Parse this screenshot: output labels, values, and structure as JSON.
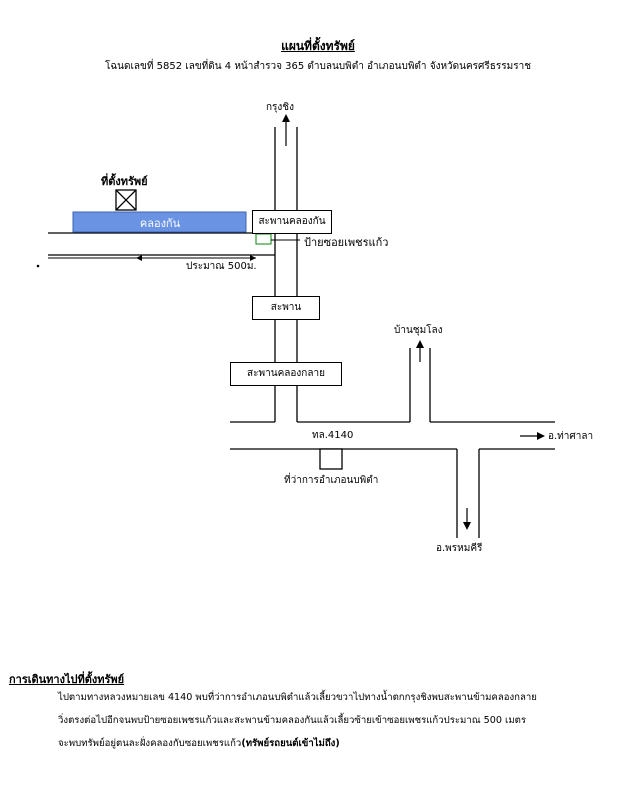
{
  "header": {
    "title": "แผนที่ตั้งทรัพย์",
    "subtitle": "โฉนดเลขที่ 5852 เลขที่ดิน 4 หน้าสำรวจ 365 ตำบลนบพิตำ อำเภอนบพิตำ จังหวัดนครศรีธรรมราช"
  },
  "map": {
    "property_label": "ที่ตั้งทรัพย์",
    "canal_label": "คลองกัน",
    "bridge_klong_kan": "สะพานคลองกัน",
    "soi_sign": "ป้ายซอยเพชรแก้ว",
    "distance": "ประมาณ 500ม.",
    "krung_ching": "กรุงชิง",
    "bridge": "สะพาน",
    "ban_chum_long": "บ้านชุมโลง",
    "bridge_klong_klai": "สะพานคลองกลาย",
    "road_number": "ทล.4140",
    "tha_sala": "อ.ท่าศาลา",
    "district_office": "ที่ว่าการอำเภอนบพิตำ",
    "phrom_khiri": "อ.พรหมคีรี",
    "colors": {
      "canal": "#6b93e3",
      "sign": "#2e9a2e"
    }
  },
  "directions": {
    "heading": "การเดินทางไปที่ตั้งทรัพย์",
    "line1": "ไปตามทางหลวงหมายเลข 4140 พบที่ว่าการอำเภอนบพิตำแล้วเลี้ยวขวาไปทางน้ำตกกรุงชิงพบสะพานข้ามคลองกลาย",
    "line2": "วิ่งตรงต่อไปอีกจนพบป้ายซอยเพชรแก้วและสะพานข้ามคลองกันแล้วเลี้ยวซ้ายเข้าซอยเพชรแก้วประมาณ 500 เมตร",
    "line3": "จะพบทรัพย์อยู่ตนละฝั่งคลองกับซอยเพชรแก้ว",
    "line3_bold": "(ทรัพย์รถยนต์เข้าไม่ถึง)"
  }
}
